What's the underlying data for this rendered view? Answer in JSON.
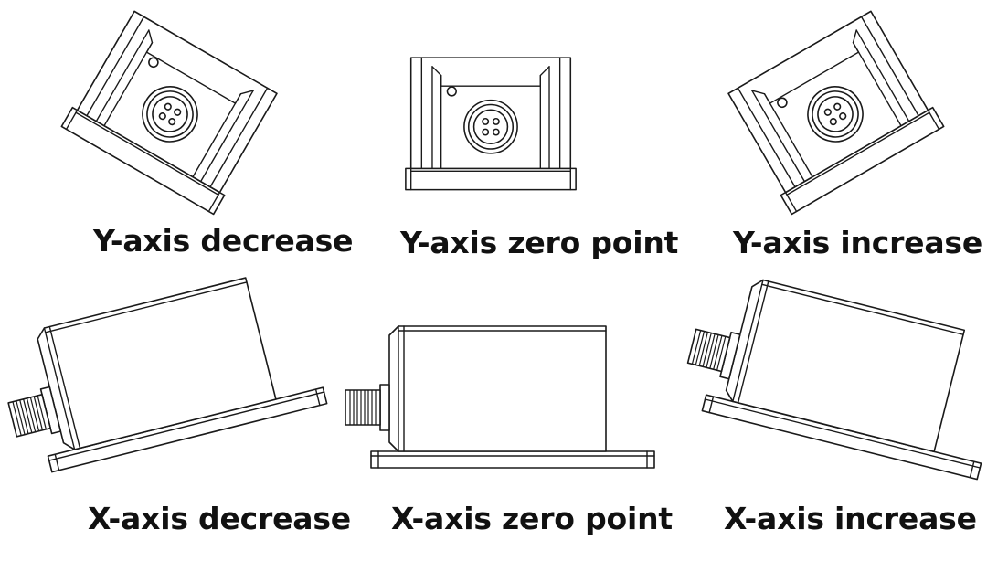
{
  "figure": {
    "captions": {
      "y_decrease": "Y-axis decrease",
      "y_zero": "Y-axis zero point",
      "y_increase": "Y-axis increase",
      "x_decrease": "X-axis decrease",
      "x_zero": "X-axis zero point",
      "x_increase": "X-axis increase"
    },
    "line_color": "#1a1a1a",
    "background": "#ffffff"
  }
}
